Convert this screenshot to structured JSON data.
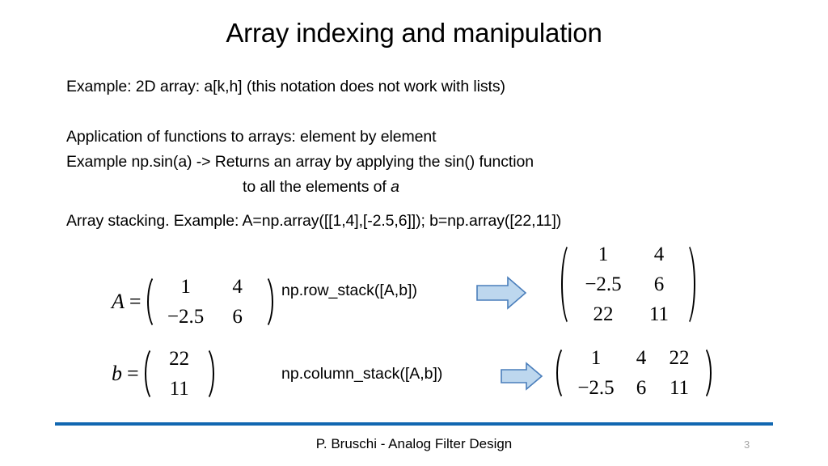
{
  "slide": {
    "title": "Array indexing and manipulation",
    "page_number": "3",
    "footer": "P. Bruschi - Analog Filter Design",
    "accent_color": "#1167b1",
    "page_number_color": "#a6a6a6"
  },
  "body": {
    "line1": "Example: 2D array: a[k,h]  (this notation does not work with lists)",
    "line2": "Application of functions to arrays: element by element",
    "line3": "Example   np.sin(a) -> Returns an array by applying the sin() function",
    "line4_prefix": "to all the elements of ",
    "line4_italic": "a",
    "line5": "Array stacking. Example: A=np.array([[1,4],[-2.5,6]]); b=np.array([22,11])"
  },
  "equations": {
    "matrix_A": {
      "name": "A",
      "equals": "=",
      "rows": [
        [
          "1",
          "4"
        ],
        [
          "−2.5",
          "6"
        ]
      ]
    },
    "vector_b": {
      "name": "b",
      "equals": "=",
      "rows": [
        [
          "22"
        ],
        [
          "11"
        ]
      ]
    },
    "result_row_stack": {
      "rows": [
        [
          "1",
          "4"
        ],
        [
          "−2.5",
          "6"
        ],
        [
          "22",
          "11"
        ]
      ]
    },
    "result_column_stack": {
      "rows": [
        [
          "1",
          "4",
          "22"
        ],
        [
          "−2.5",
          "6",
          "11"
        ]
      ]
    }
  },
  "operations": [
    {
      "label": "np.row_stack([A,b])",
      "arrow": "right-arrow-icon"
    },
    {
      "label": "np.column_stack([A,b])",
      "arrow": "right-arrow-icon"
    }
  ],
  "arrow_style": {
    "fill": "#bdd7ee",
    "stroke": "#4a7ebb"
  }
}
